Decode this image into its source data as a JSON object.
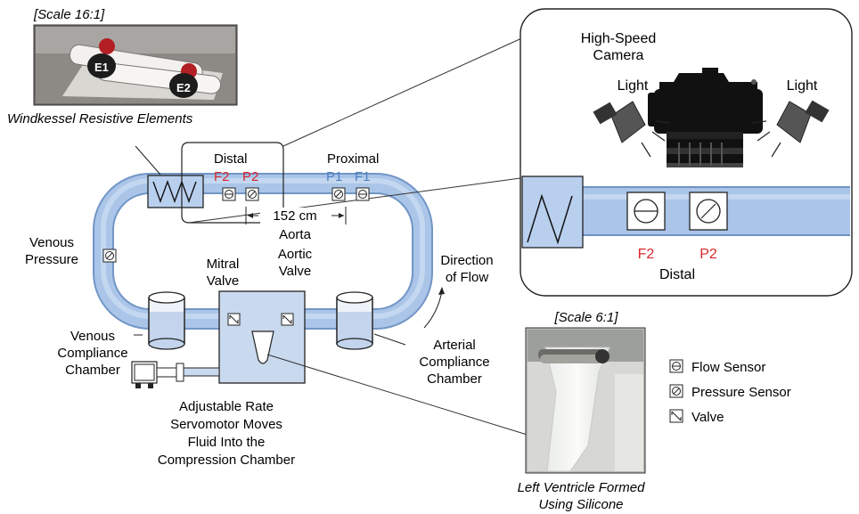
{
  "colors": {
    "tube": "#a9c4e6",
    "tube_line": "#6f93c2",
    "red": "#d9262b",
    "blue": "#4f80c2",
    "device": "#c9d9ee"
  },
  "photos": {
    "windkessel": {
      "scale": "[Scale 16:1]",
      "caption": "Windkessel Resistive Elements",
      "e1": "E1",
      "e2": "E2"
    },
    "ventricle": {
      "scale": "[Scale 6:1]",
      "caption_line1": "Left Ventricle Formed",
      "caption_line2": "Using Silicone"
    }
  },
  "sensors": {
    "distal": "Distal",
    "proximal": "Proximal",
    "f2": "F2",
    "p2": "P2",
    "p1": "P1",
    "f1": "F1",
    "distance": "152 cm",
    "aorta": "Aorta"
  },
  "loop_labels": {
    "venous_pressure": [
      "Venous",
      "Pressure"
    ],
    "mitral_valve": [
      "Mitral",
      "Valve"
    ],
    "aortic_valve": [
      "Aortic",
      "Valve"
    ],
    "direction": [
      "Direction",
      "of Flow"
    ],
    "venous_chamber": [
      "Venous",
      "Compliance",
      "Chamber"
    ],
    "arterial_chamber": [
      "Arterial",
      "Compliance",
      "Chamber"
    ],
    "servomotor": [
      "Adjustable Rate",
      "Servomotor Moves",
      "Fluid Into the",
      "Compression Chamber"
    ]
  },
  "inset": {
    "camera": [
      "High-Speed",
      "Camera"
    ],
    "light_left": "Light",
    "light_right": "Light",
    "f2": "F2",
    "p2": "P2",
    "distal": "Distal"
  },
  "legend": {
    "flow": "Flow Sensor",
    "pressure": "Pressure Sensor",
    "valve": "Valve"
  }
}
